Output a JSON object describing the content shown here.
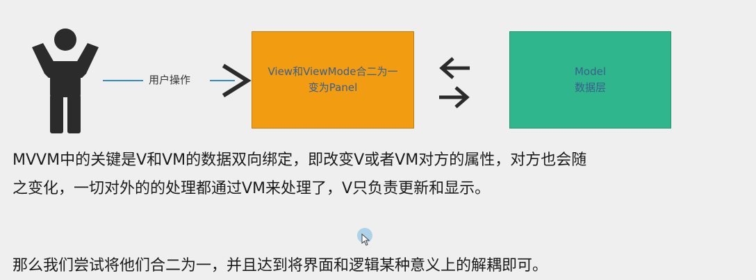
{
  "diagram": {
    "user_action_label": "用户操作",
    "panel_box": {
      "line1": "View和ViewMode合二为一",
      "line2": "变为Panel",
      "color": "#f29c11"
    },
    "model_box": {
      "line1": "Model",
      "line2": "数据层",
      "color": "#2fb68d"
    },
    "connector_color": "#2e8bc4",
    "icons": {
      "person": "person-arms-up-icon",
      "action_arrow": "chevron-right-icon",
      "bidirectional": "bidirectional-arrows-icon",
      "cursor": "mouse-cursor-icon"
    }
  },
  "text": {
    "paragraph1_line1": "MVVM中的关键是V和VM的数据双向绑定，即改变V或者VM对方的属性，对方也会随",
    "paragraph1_line2": "之变化，一切对外的的处理都通过VM来处理了，V只负责更新和显示。",
    "paragraph2": "那么我们尝试将他们合二为一，并且达到将界面和逻辑某种意义上的解耦即可。"
  }
}
